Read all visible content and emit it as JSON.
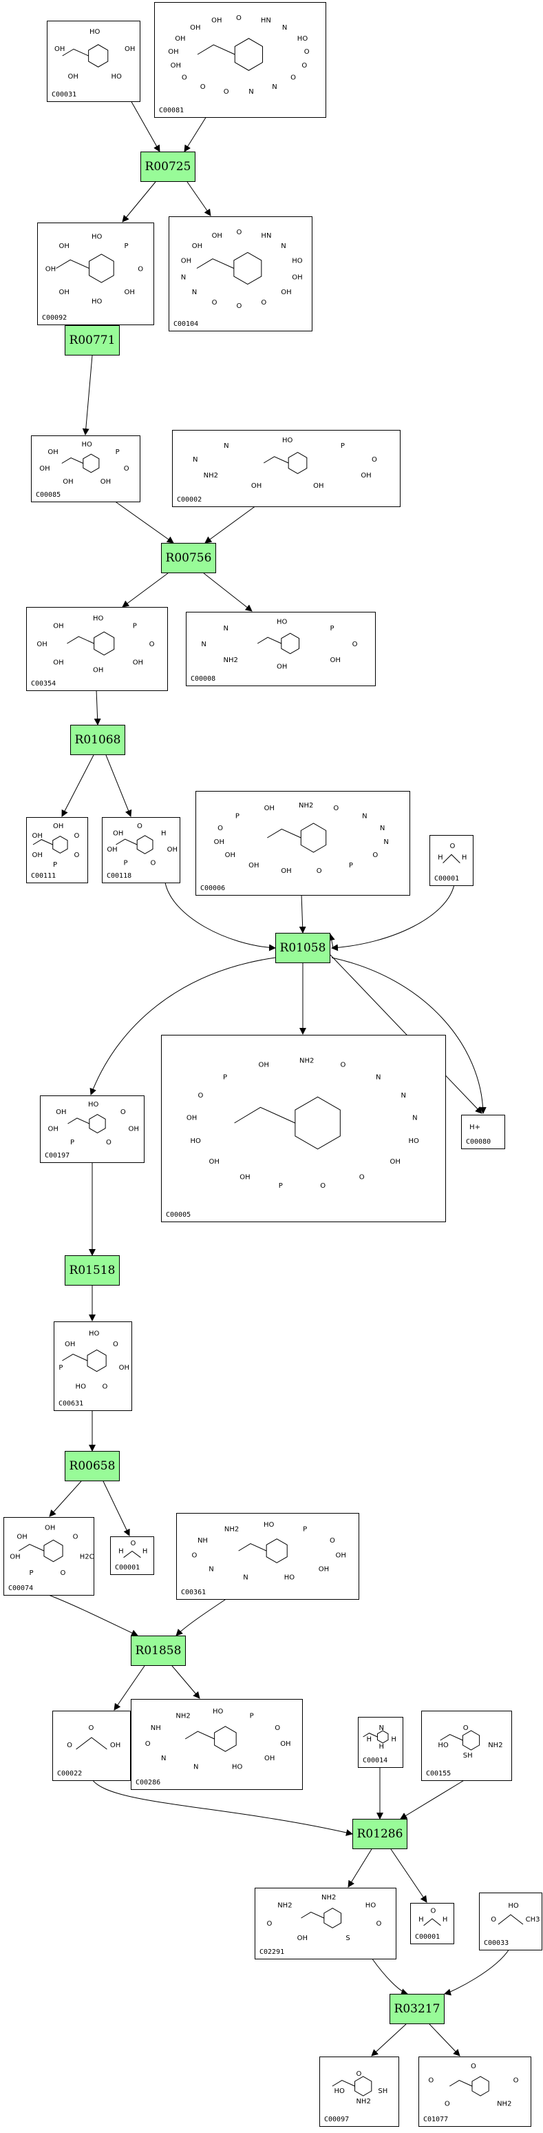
{
  "compounds": [
    {
      "key": "c00031",
      "id": "C00031",
      "atoms": [
        "HO",
        "OH",
        "HO",
        "OH",
        "OH"
      ]
    },
    {
      "key": "c00081",
      "id": "C00081",
      "atoms": [
        "O",
        "HN",
        "N",
        "HO",
        "O",
        "O",
        "O",
        "N",
        "N",
        "O",
        "O",
        "O",
        "OH",
        "OH",
        "OH",
        "OH",
        "OH"
      ]
    },
    {
      "key": "c00092a",
      "id": "C00092",
      "atoms": [
        "HO",
        "P",
        "O",
        "OH",
        "HO",
        "OH",
        "OH",
        "OH"
      ]
    },
    {
      "key": "c00104",
      "id": "C00104",
      "atoms": [
        "O",
        "HN",
        "N",
        "HO",
        "OH",
        "OH",
        "O",
        "O",
        "O",
        "N",
        "N",
        "OH",
        "OH",
        "OH"
      ]
    },
    {
      "key": "c00085",
      "id": "C00085",
      "atoms": [
        "HO",
        "P",
        "O",
        "OH",
        "OH",
        "OH",
        "OH"
      ]
    },
    {
      "key": "c00002",
      "id": "C00002",
      "atoms": [
        "HO",
        "P",
        "O",
        "OH",
        "OH",
        "OH",
        "NH2",
        "N",
        "N"
      ]
    },
    {
      "key": "c00354",
      "id": "C00354",
      "atoms": [
        "HO",
        "P",
        "O",
        "OH",
        "OH",
        "OH",
        "OH",
        "OH"
      ]
    },
    {
      "key": "c00008",
      "id": "C00008",
      "atoms": [
        "HO",
        "P",
        "O",
        "OH",
        "OH",
        "NH2",
        "N",
        "N"
      ]
    },
    {
      "key": "c00111",
      "id": "C00111",
      "atoms": [
        "OH",
        "O",
        "O",
        "P",
        "OH",
        "OH"
      ]
    },
    {
      "key": "c00118",
      "id": "C00118",
      "atoms": [
        "O",
        "H",
        "OH",
        "O",
        "P",
        "OH",
        "OH"
      ]
    },
    {
      "key": "c00006",
      "id": "C00006",
      "atoms": [
        "NH2",
        "O",
        "N",
        "N",
        "N",
        "O",
        "P",
        "O",
        "OH",
        "OH",
        "OH",
        "OH",
        "O",
        "P",
        "OH"
      ]
    },
    {
      "key": "c00001a",
      "id": "C00001",
      "atoms": [
        "H",
        "O",
        "H"
      ]
    },
    {
      "key": "c00197",
      "id": "C00197",
      "atoms": [
        "HO",
        "O",
        "OH",
        "O",
        "P",
        "OH",
        "OH"
      ]
    },
    {
      "key": "c00005",
      "id": "C00005",
      "atoms": [
        "NH2",
        "O",
        "N",
        "N",
        "N",
        "HO",
        "OH",
        "O",
        "O",
        "P",
        "OH",
        "OH",
        "HO",
        "OH",
        "O",
        "P",
        "OH"
      ]
    },
    {
      "key": "c00080",
      "id": "C00080",
      "atoms": [
        "H+"
      ]
    },
    {
      "key": "c00631",
      "id": "C00631",
      "atoms": [
        "HO",
        "O",
        "OH",
        "O",
        "HO",
        "P",
        "OH"
      ]
    },
    {
      "key": "c00074",
      "id": "C00074",
      "atoms": [
        "OH",
        "O",
        "H2C",
        "O",
        "P",
        "OH",
        "OH"
      ]
    },
    {
      "key": "c00001b",
      "id": "C00001",
      "atoms": [
        "H",
        "O",
        "H"
      ]
    },
    {
      "key": "c00361",
      "id": "C00361",
      "atoms": [
        "HO",
        "P",
        "O",
        "OH",
        "OH",
        "HO",
        "N",
        "N",
        "O",
        "NH",
        "NH2"
      ]
    },
    {
      "key": "c00022",
      "id": "C00022",
      "atoms": [
        "O",
        "O",
        "OH"
      ]
    },
    {
      "key": "c00286",
      "id": "C00286",
      "atoms": [
        "HO",
        "P",
        "O",
        "OH",
        "OH",
        "HO",
        "N",
        "N",
        "O",
        "NH",
        "NH2"
      ]
    },
    {
      "key": "c00014",
      "id": "C00014",
      "atoms": [
        "H",
        "N",
        "H",
        "H"
      ]
    },
    {
      "key": "c00155",
      "id": "C00155",
      "atoms": [
        "HO",
        "O",
        "NH2",
        "SH"
      ]
    },
    {
      "key": "c02291",
      "id": "C02291",
      "atoms": [
        "NH2",
        "HO",
        "O",
        "S",
        "OH",
        "O",
        "NH2"
      ]
    },
    {
      "key": "c00001c",
      "id": "C00001",
      "atoms": [
        "H",
        "O",
        "H"
      ]
    },
    {
      "key": "c00033",
      "id": "C00033",
      "atoms": [
        "O",
        "HO",
        "CH3"
      ]
    },
    {
      "key": "c00097",
      "id": "C00097",
      "atoms": [
        "HO",
        "O",
        "SH",
        "NH2"
      ]
    },
    {
      "key": "c01077",
      "id": "C01077",
      "atoms": [
        "O",
        "O",
        "NH2",
        "O",
        "O"
      ]
    }
  ],
  "reactions": [
    {
      "key": "r00725",
      "id": "R00725"
    },
    {
      "key": "r00771",
      "id": "R00771"
    },
    {
      "key": "r00756",
      "id": "R00756"
    },
    {
      "key": "r01068",
      "id": "R01068"
    },
    {
      "key": "r01058",
      "id": "R01058"
    },
    {
      "key": "r01518",
      "id": "R01518"
    },
    {
      "key": "r00658",
      "id": "R00658"
    },
    {
      "key": "r01858",
      "id": "R01858"
    },
    {
      "key": "r01286",
      "id": "R01286"
    },
    {
      "key": "r03217",
      "id": "R03217"
    }
  ],
  "colors": {
    "reaction_fill": "#98fb98",
    "line": "#000000",
    "box_border": "#000000",
    "background": "#ffffff"
  }
}
